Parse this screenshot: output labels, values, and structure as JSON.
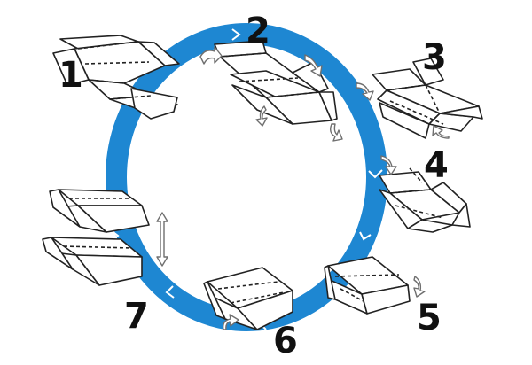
{
  "diagram": {
    "ring_color": "#1E87D2",
    "line_color": "#222222",
    "arrow_color": "#6f6f6f",
    "steps": [
      {
        "label": "1"
      },
      {
        "label": "2"
      },
      {
        "label": "3"
      },
      {
        "label": "4"
      },
      {
        "label": "5"
      },
      {
        "label": "6"
      },
      {
        "label": "7"
      }
    ]
  }
}
